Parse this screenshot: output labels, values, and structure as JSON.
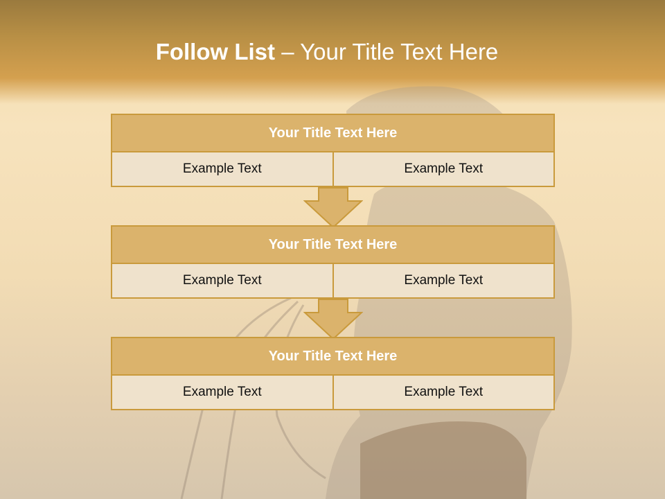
{
  "slide": {
    "title_bold": "Follow List",
    "title_rest": " – Your Title Text Here"
  },
  "blocks": [
    {
      "title": "Your Title Text Here",
      "left": "Example Text",
      "right": "Example Text"
    },
    {
      "title": "Your Title Text Here",
      "left": "Example Text",
      "right": "Example Text"
    },
    {
      "title": "Your Title Text Here",
      "left": "Example Text",
      "right": "Example Text"
    }
  ],
  "colors": {
    "accent": "#dbb36c",
    "border": "#c99a3c",
    "cell_bg": "#efe2cc",
    "header_band": "#b88f45"
  }
}
